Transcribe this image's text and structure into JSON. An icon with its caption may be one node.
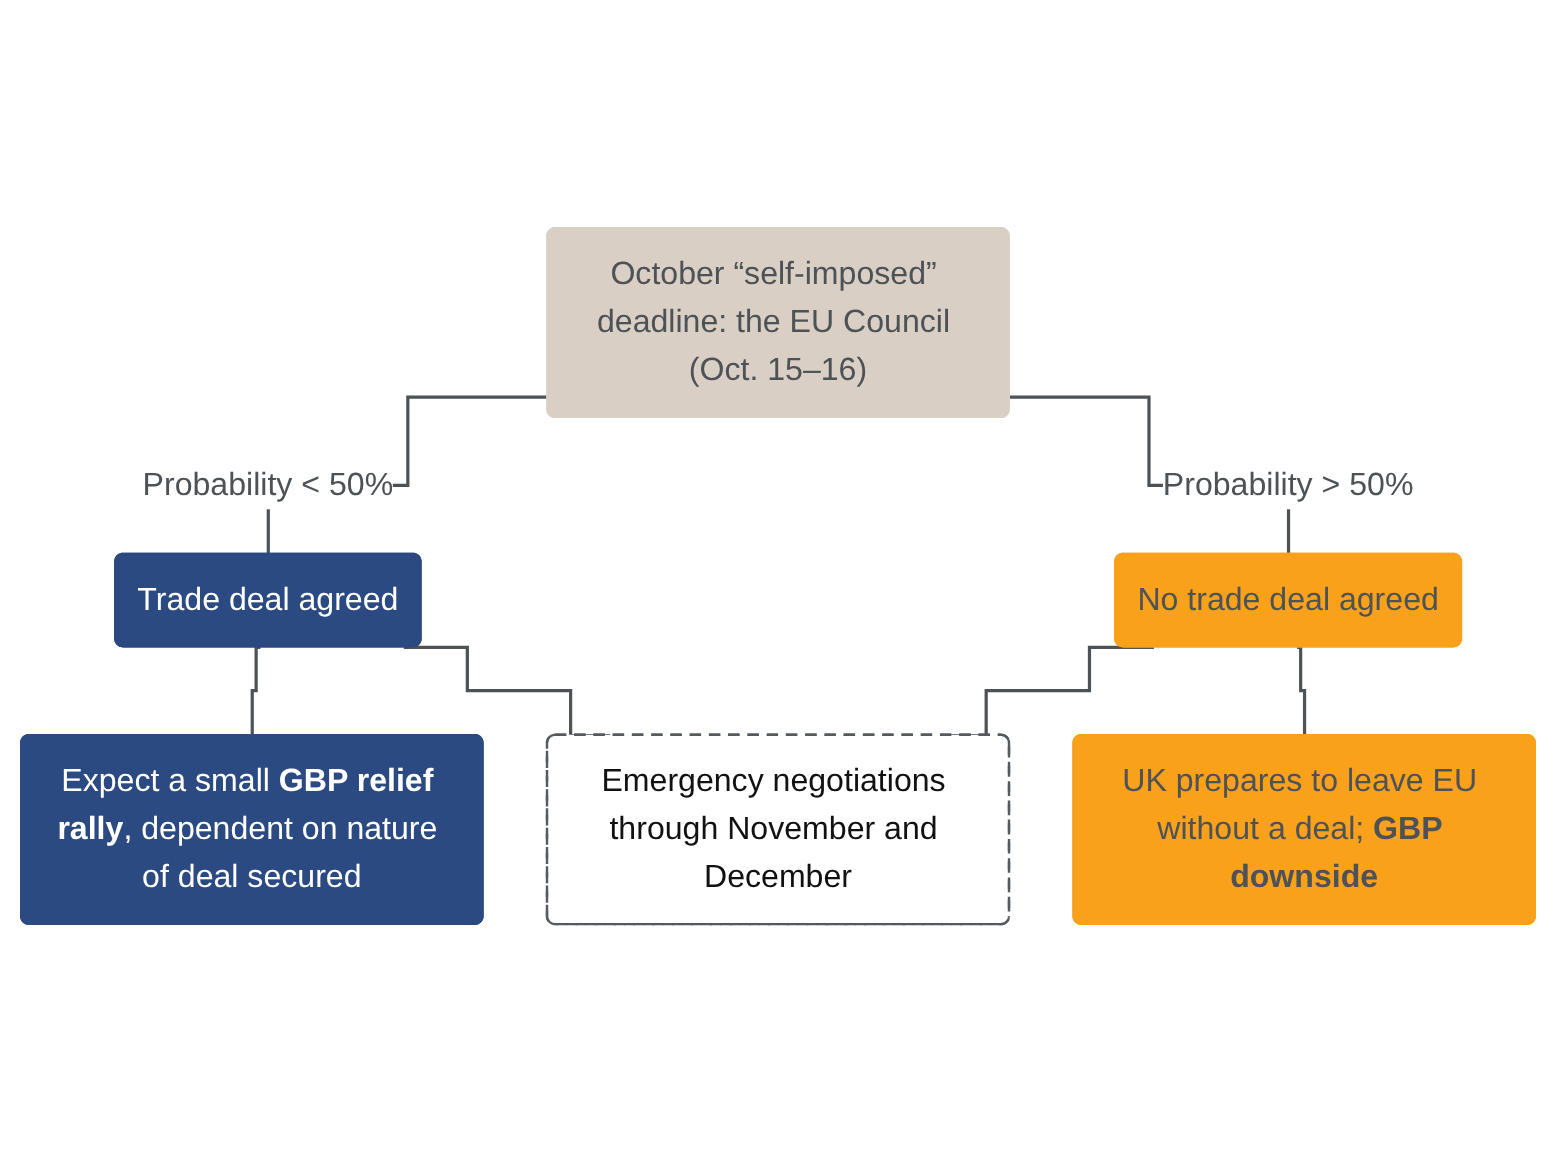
{
  "diagram": {
    "nodes": [
      {
        "text": [
          "October “self-imposed” deadline: the EU Council (Oct. 15–16)"
        ]
      },
      {
        "text": [
          "Trade deal agreed"
        ]
      },
      {
        "text": [
          "No trade deal agreed"
        ]
      },
      {
        "text": [
          "Expect a small **GBP relief rally**, dependent on nature of deal secured"
        ]
      },
      {
        "text": [
          "UK prepares to leave EU without a deal; **GBP downside**"
        ]
      },
      {
        "text": [
          "Emergency negotiations through November and December"
        ]
      }
    ],
    "edges": [
      {
        "from": 0,
        "to": 1,
        "arrow": "none",
        "label": "Probability < 50%"
      },
      {
        "from": 0,
        "to": 2,
        "arrow": "none",
        "label": "Probability > 50%"
      },
      {
        "from": 1,
        "to": 3,
        "arrow": "none"
      },
      {
        "from": 1,
        "to": 5,
        "arrow": "none"
      },
      {
        "from": 2,
        "to": 5,
        "arrow": "none"
      },
      {
        "from": 2,
        "to": 4,
        "arrow": "none"
      }
    ]
  }
}
